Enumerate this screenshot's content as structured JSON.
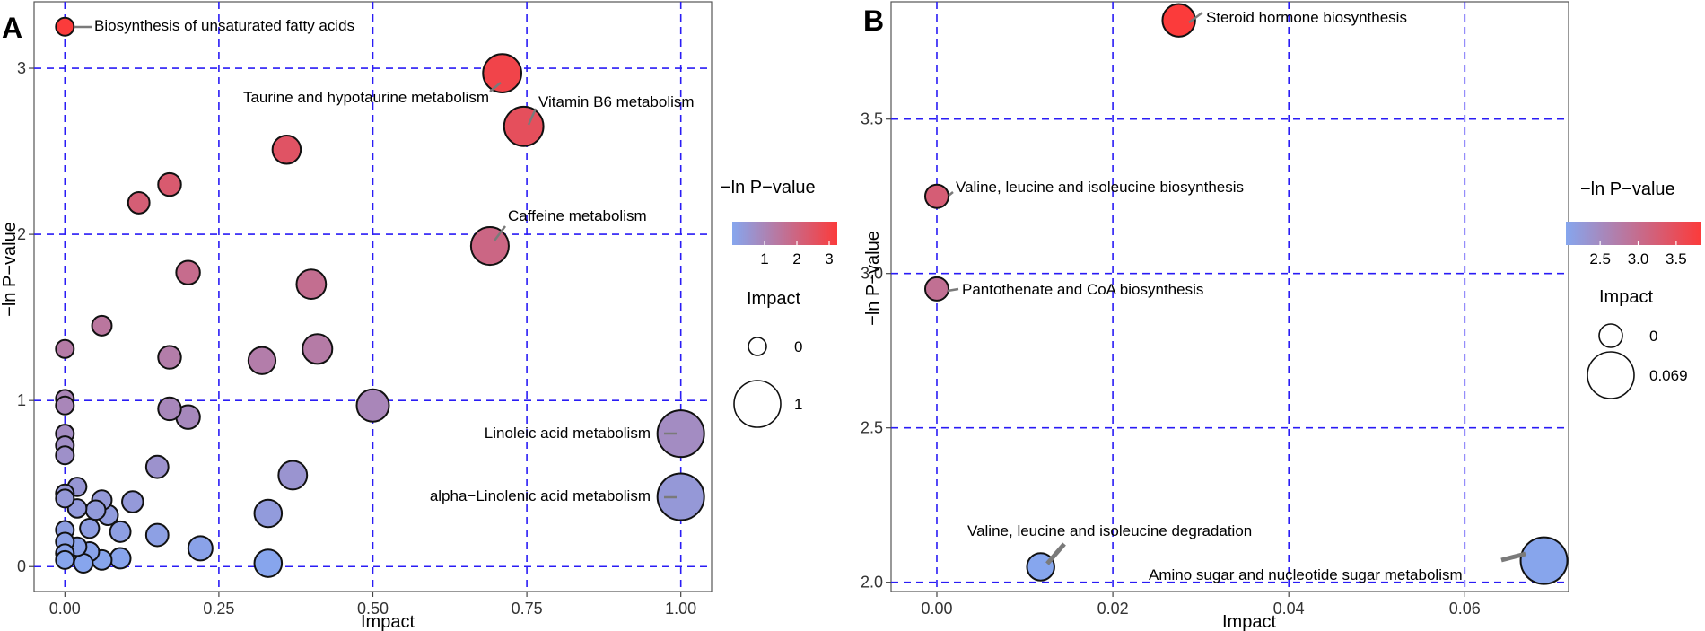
{
  "chart_data": [
    {
      "panel_label": "A",
      "type": "scatter",
      "xlabel": "Impact",
      "ylabel": "−ln P−value",
      "xlim": [
        -0.05,
        1.05
      ],
      "ylim": [
        -0.15,
        3.4
      ],
      "x_ticks": [
        0,
        0.25,
        0.5,
        0.75,
        1
      ],
      "x_tick_labels": [
        "0.00",
        "0.25",
        "0.50",
        "0.75",
        "1.00"
      ],
      "y_ticks": [
        0,
        1,
        2,
        3
      ],
      "y_tick_labels": [
        "0",
        "1",
        "2",
        "3"
      ],
      "grid": true,
      "color_legend": {
        "title": "−ln P−value",
        "low_color": "#86a6ee",
        "high_color": "#fb3b3b",
        "min": 0,
        "max": 3.25,
        "ticks": [
          1,
          2,
          3
        ],
        "tick_labels": [
          "1",
          "2",
          "3"
        ]
      },
      "size_legend": {
        "title": "Impact",
        "entries": [
          {
            "value": 0,
            "label": "0"
          },
          {
            "value": 1,
            "label": "1"
          }
        ]
      },
      "size_range": [
        0,
        1
      ],
      "points": [
        {
          "x": 0.0,
          "y": 3.25,
          "label": "Biosynthesis of unsaturated fatty acids"
        },
        {
          "x": 0.71,
          "y": 2.97,
          "label": "Taurine and hypotaurine metabolism"
        },
        {
          "x": 0.745,
          "y": 2.65,
          "label": "Vitamin B6 metabolism"
        },
        {
          "x": 0.69,
          "y": 1.93,
          "label": "Caffeine metabolism"
        },
        {
          "x": 1.0,
          "y": 0.8,
          "label": "Linoleic acid metabolism"
        },
        {
          "x": 1.0,
          "y": 0.42,
          "label": "alpha−Linolenic acid metabolism"
        },
        {
          "x": 0.36,
          "y": 2.51
        },
        {
          "x": 0.17,
          "y": 2.3
        },
        {
          "x": 0.12,
          "y": 2.19
        },
        {
          "x": 0.2,
          "y": 1.77
        },
        {
          "x": 0.4,
          "y": 1.7
        },
        {
          "x": 0.06,
          "y": 1.45
        },
        {
          "x": 0.0,
          "y": 1.31
        },
        {
          "x": 0.17,
          "y": 1.26
        },
        {
          "x": 0.32,
          "y": 1.24
        },
        {
          "x": 0.41,
          "y": 1.31
        },
        {
          "x": 0.5,
          "y": 0.97
        },
        {
          "x": 0.17,
          "y": 0.95
        },
        {
          "x": 0.2,
          "y": 0.9
        },
        {
          "x": 0.0,
          "y": 1.01
        },
        {
          "x": 0.0,
          "y": 0.97
        },
        {
          "x": 0.0,
          "y": 0.8
        },
        {
          "x": 0.0,
          "y": 0.73
        },
        {
          "x": 0.0,
          "y": 0.67
        },
        {
          "x": 0.15,
          "y": 0.6
        },
        {
          "x": 0.37,
          "y": 0.55
        },
        {
          "x": 0.02,
          "y": 0.48
        },
        {
          "x": 0.0,
          "y": 0.44
        },
        {
          "x": 0.0,
          "y": 0.41
        },
        {
          "x": 0.06,
          "y": 0.4
        },
        {
          "x": 0.11,
          "y": 0.39
        },
        {
          "x": 0.02,
          "y": 0.35
        },
        {
          "x": 0.05,
          "y": 0.34
        },
        {
          "x": 0.07,
          "y": 0.31
        },
        {
          "x": 0.33,
          "y": 0.32
        },
        {
          "x": 0.0,
          "y": 0.22
        },
        {
          "x": 0.04,
          "y": 0.23
        },
        {
          "x": 0.09,
          "y": 0.21
        },
        {
          "x": 0.15,
          "y": 0.19
        },
        {
          "x": 0.0,
          "y": 0.15
        },
        {
          "x": 0.0,
          "y": 0.08
        },
        {
          "x": 0.02,
          "y": 0.12
        },
        {
          "x": 0.04,
          "y": 0.09
        },
        {
          "x": 0.0,
          "y": 0.04
        },
        {
          "x": 0.03,
          "y": 0.02
        },
        {
          "x": 0.06,
          "y": 0.04
        },
        {
          "x": 0.09,
          "y": 0.05
        },
        {
          "x": 0.22,
          "y": 0.11
        },
        {
          "x": 0.33,
          "y": 0.02
        }
      ]
    },
    {
      "panel_label": "B",
      "type": "scatter",
      "xlabel": "Impact",
      "ylabel": "−ln P−value",
      "xlim": [
        -0.0052,
        0.0718
      ],
      "ylim": [
        1.97,
        3.88
      ],
      "x_ticks": [
        0,
        0.02,
        0.04,
        0.06
      ],
      "x_tick_labels": [
        "0.00",
        "0.02",
        "0.04",
        "0.06"
      ],
      "y_ticks": [
        2.0,
        2.5,
        3.0,
        3.5
      ],
      "y_tick_labels": [
        "2.0",
        "2.5",
        "3.0",
        "3.5"
      ],
      "grid": true,
      "color_legend": {
        "title": "−ln P−value",
        "low_color": "#86a6ee",
        "high_color": "#fb3b3b",
        "min": 2.05,
        "max": 3.82,
        "ticks": [
          2.5,
          3.0,
          3.5
        ],
        "tick_labels": [
          "2.5",
          "3.0",
          "3.5"
        ]
      },
      "size_legend": {
        "title": "Impact",
        "entries": [
          {
            "value": 0,
            "label": "0"
          },
          {
            "value": 0.069,
            "label": "0.069"
          }
        ]
      },
      "size_range": [
        0,
        0.069
      ],
      "points": [
        {
          "x": 0.0275,
          "y": 3.82,
          "label": "Steroid hormone biosynthesis"
        },
        {
          "x": 0.0,
          "y": 3.25,
          "label": "Valine, leucine and isoleucine biosynthesis"
        },
        {
          "x": 0.0,
          "y": 2.95,
          "label": "Pantothenate and CoA biosynthesis"
        },
        {
          "x": 0.0118,
          "y": 2.05,
          "label": "Valine, leucine and isoleucine degradation"
        },
        {
          "x": 0.069,
          "y": 2.07,
          "label": "Amino sugar and nucleotide sugar metabolism"
        }
      ]
    }
  ]
}
